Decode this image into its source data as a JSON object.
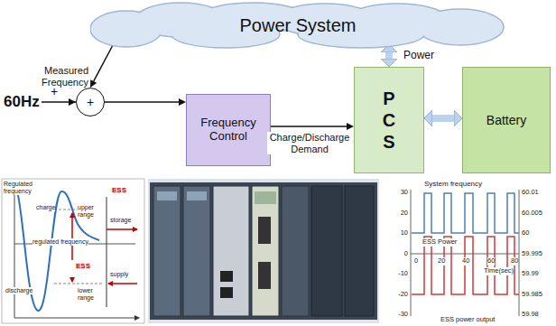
{
  "diagram": {
    "nodes": [
      {
        "text": [
          "Power System"
        ]
      },
      {
        "text": [
          "+"
        ]
      },
      {
        "text": [
          "Frequency Control"
        ]
      },
      {
        "text": [
          "PCS"
        ]
      },
      {
        "text": [
          "Battery"
        ]
      }
    ],
    "edges": [
      {
        "from": 0,
        "to": 1,
        "arrow": "to",
        "label": "Measured Frequency"
      },
      {
        "from": 1,
        "to": 2,
        "arrow": "to"
      },
      {
        "from": 2,
        "to": 3,
        "arrow": "to",
        "label": "Charge/Discharge Demand"
      },
      {
        "from": 0,
        "to": 3,
        "arrow": "both",
        "label": "Power"
      },
      {
        "from": 3,
        "to": 4,
        "arrow": "both"
      }
    ],
    "labels": [
      "60Hz",
      "+",
      "-",
      "Regulated frequency",
      "charge",
      "upper range",
      "regulated frequency",
      "discharge",
      "lower range",
      "ESS",
      "storage",
      "ESS",
      "supply",
      "System frequency",
      "30",
      "20",
      "10",
      "0",
      "-10",
      "-20",
      "-30",
      "60.01",
      "60.005",
      "60",
      "59.995",
      "59.99",
      "59.985",
      "59.98",
      "0",
      "20",
      "40",
      "60",
      "80",
      "Time(sec)",
      "ESS Power",
      "ESS power output"
    ]
  }
}
